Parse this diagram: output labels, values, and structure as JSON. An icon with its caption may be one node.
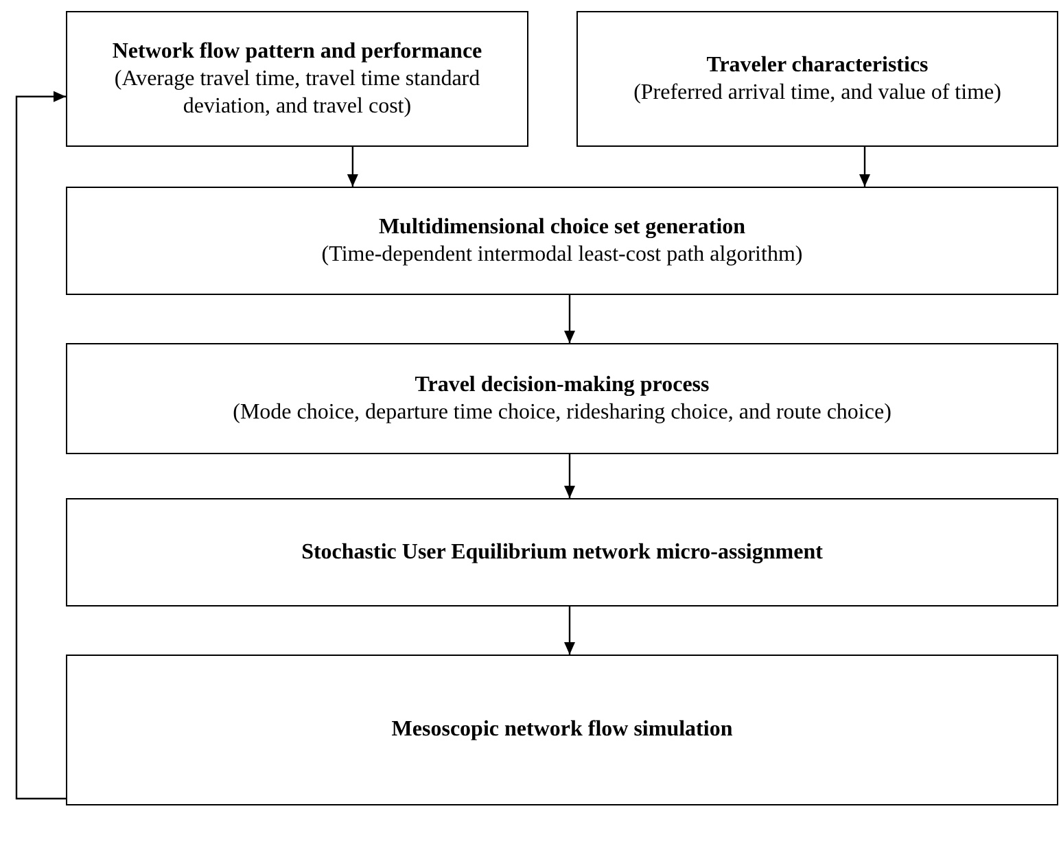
{
  "diagram": {
    "nodes": [
      {
        "text": [
          "Network flow pattern and performance",
          "(Average travel time, travel time standard deviation, and travel cost)"
        ]
      },
      {
        "text": [
          "Traveler characteristics",
          "(Preferred arrival time, and value of time)"
        ]
      },
      {
        "text": [
          "Multidimensional choice set generation",
          "(Time-dependent intermodal least-cost path algorithm)"
        ]
      },
      {
        "text": [
          "Travel decision-making process",
          "(Mode choice, departure time choice, ridesharing choice, and route choice)"
        ]
      },
      {
        "text": [
          "Stochastic User Equilibrium network micro-assignment"
        ]
      },
      {
        "text": [
          "Mesoscopic network flow simulation"
        ]
      }
    ],
    "edges": [
      {
        "from": 0,
        "to": 2,
        "arrow": "to"
      },
      {
        "from": 1,
        "to": 2,
        "arrow": "to"
      },
      {
        "from": 2,
        "to": 3,
        "arrow": "to"
      },
      {
        "from": 3,
        "to": 4,
        "arrow": "to"
      },
      {
        "from": 4,
        "to": 5,
        "arrow": "to"
      },
      {
        "from": 5,
        "to": 0,
        "arrow": "to"
      }
    ]
  }
}
